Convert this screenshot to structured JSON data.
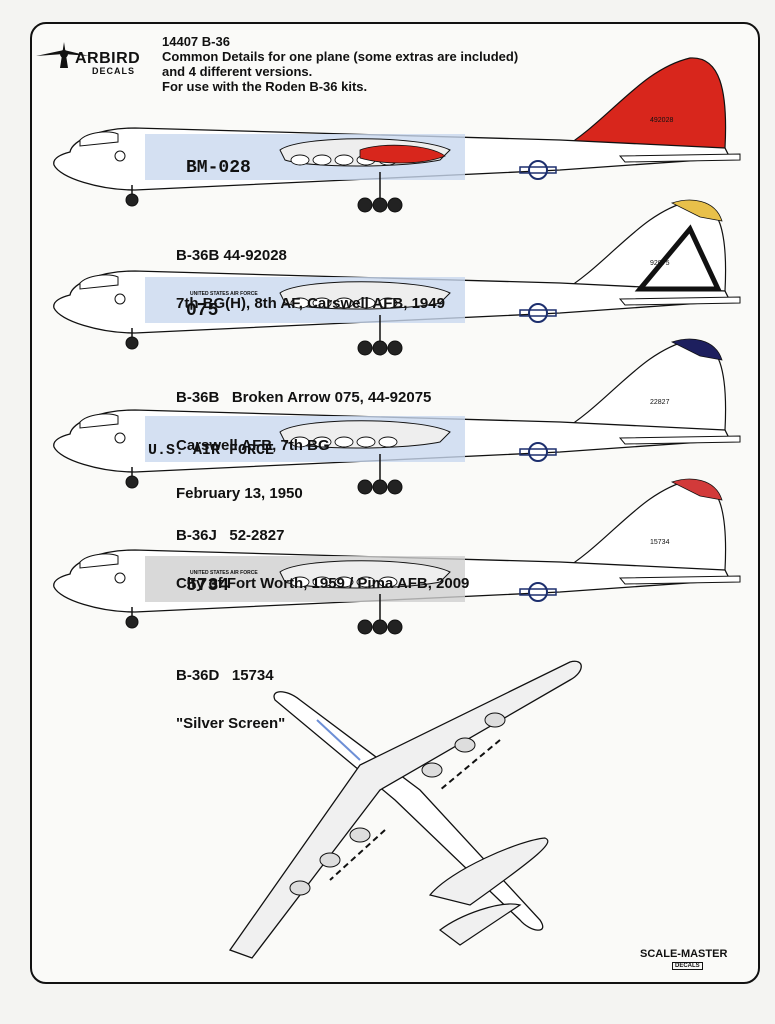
{
  "brand": {
    "word": "ARBIRD",
    "sub": "DECALS"
  },
  "header": {
    "line1": "14407 B-36",
    "line2": "Common Details for one plane (some extras are included)",
    "line3": "and 4 different versions.",
    "line4": "For use with the Roden B-36 kits."
  },
  "planes": [
    {
      "caption_l1": "B-36B 44-92028",
      "caption_l2": "7th BG(H), 8th AF, Carswell AFB, 1949",
      "caption_l3": "",
      "fuselage_text": "BM-028",
      "fuselage_small": "",
      "tail_serial": "492028",
      "tail_color": "#d8261c",
      "tail_tip": ""
    },
    {
      "caption_l1": "B-36B   Broken Arrow 075, 44-92075",
      "caption_l2": "Carswell AFB, 7th BG",
      "caption_l3": "February 13, 1950",
      "fuselage_text": "075",
      "fuselage_small": "UNITED STATES AIR FORCE",
      "tail_serial": "92075",
      "tail_color": "#ffffff",
      "tail_tip": "#e8c04a"
    },
    {
      "caption_l1": "B-36J   52-2827",
      "caption_l2": "City of Fort Worth, 1959 / Pima AFB, 2009",
      "caption_l3": "",
      "fuselage_text": "U.S. AIR FORCE",
      "fuselage_small": "",
      "tail_serial": "22827",
      "tail_color": "#ffffff",
      "tail_tip": "#1d1f5e"
    },
    {
      "caption_l1": "B-36D   15734",
      "caption_l2": "\"Silver Screen\"",
      "caption_l3": "",
      "fuselage_text": "5734",
      "fuselage_small": "UNITED STATES AIR FORCE",
      "tail_serial": "15734",
      "tail_color": "#ffffff",
      "tail_tip": "#d23a3a"
    }
  ],
  "footer": {
    "brand": "SCALE-MASTER",
    "sub": "DECALS"
  },
  "colors": {
    "stripe_blue": "#c9d8ef",
    "silver_panel": "#cfcfcf",
    "outline": "#111111",
    "red_tail": "#d8261c"
  }
}
